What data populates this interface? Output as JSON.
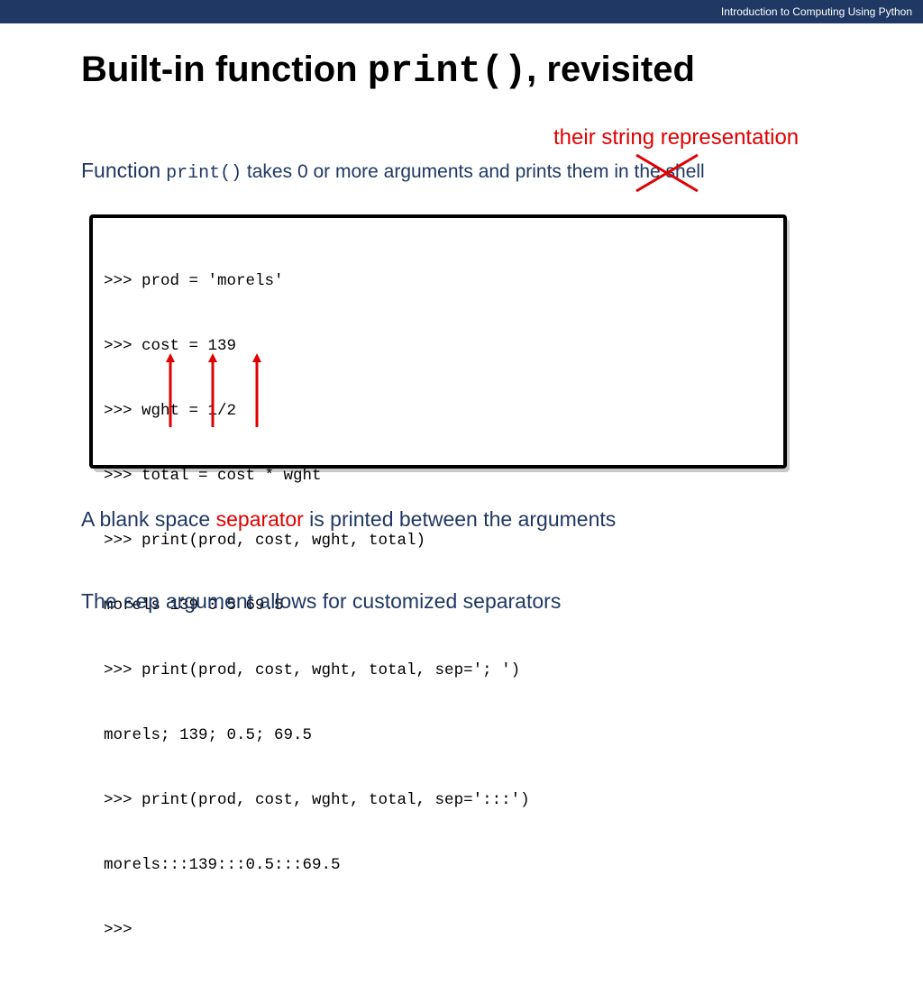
{
  "header": {
    "course": "Introduction to Computing Using Python"
  },
  "slide": {
    "title_before": "Built-in function",
    "title_code": "print()",
    "title_after": ", revisited",
    "annotation": "their string representation",
    "intro_prefix": "Function",
    "intro_code": "print()",
    "intro_mid": "takes 0 or more arguments and prints",
    "intro_struck": "them",
    "intro_end": "in the shell",
    "shell_lines": [
      ">>> prod = 'morels'",
      ">>> cost = 139",
      ">>> wght = 1/2",
      ">>> total = cost * wght",
      ">>> print(prod, cost, wght, total)",
      "morels 139 0.5 69.5",
      ">>> print(prod, cost, wght, total, sep='; ')",
      "morels; 139; 0.5; 69.5",
      ">>> print(prod, cost, wght, total, sep=':::')",
      "morels:::139:::0.5:::69.5",
      ">>>"
    ],
    "note1_before": "A blank space",
    "note1_highlight": "separator",
    "note1_after": "is printed between the arguments",
    "note2_before": "The",
    "note2_code": "sep",
    "note2_after": "argument allows for customized separators"
  },
  "colors": {
    "header_bar": "#1f3864",
    "body_text": "#1f3864",
    "highlight": "#e00000",
    "arrow": "#e00000"
  }
}
